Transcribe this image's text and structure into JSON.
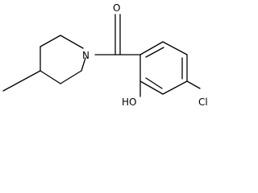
{
  "molecule": {
    "atoms": {
      "oxygen_carbonyl": "O",
      "nitrogen": "N",
      "hydroxyl": "HO",
      "chlorine": "Cl"
    }
  },
  "colors": {
    "background": "#ffffff",
    "bond": "#000000",
    "label": "#000000"
  }
}
